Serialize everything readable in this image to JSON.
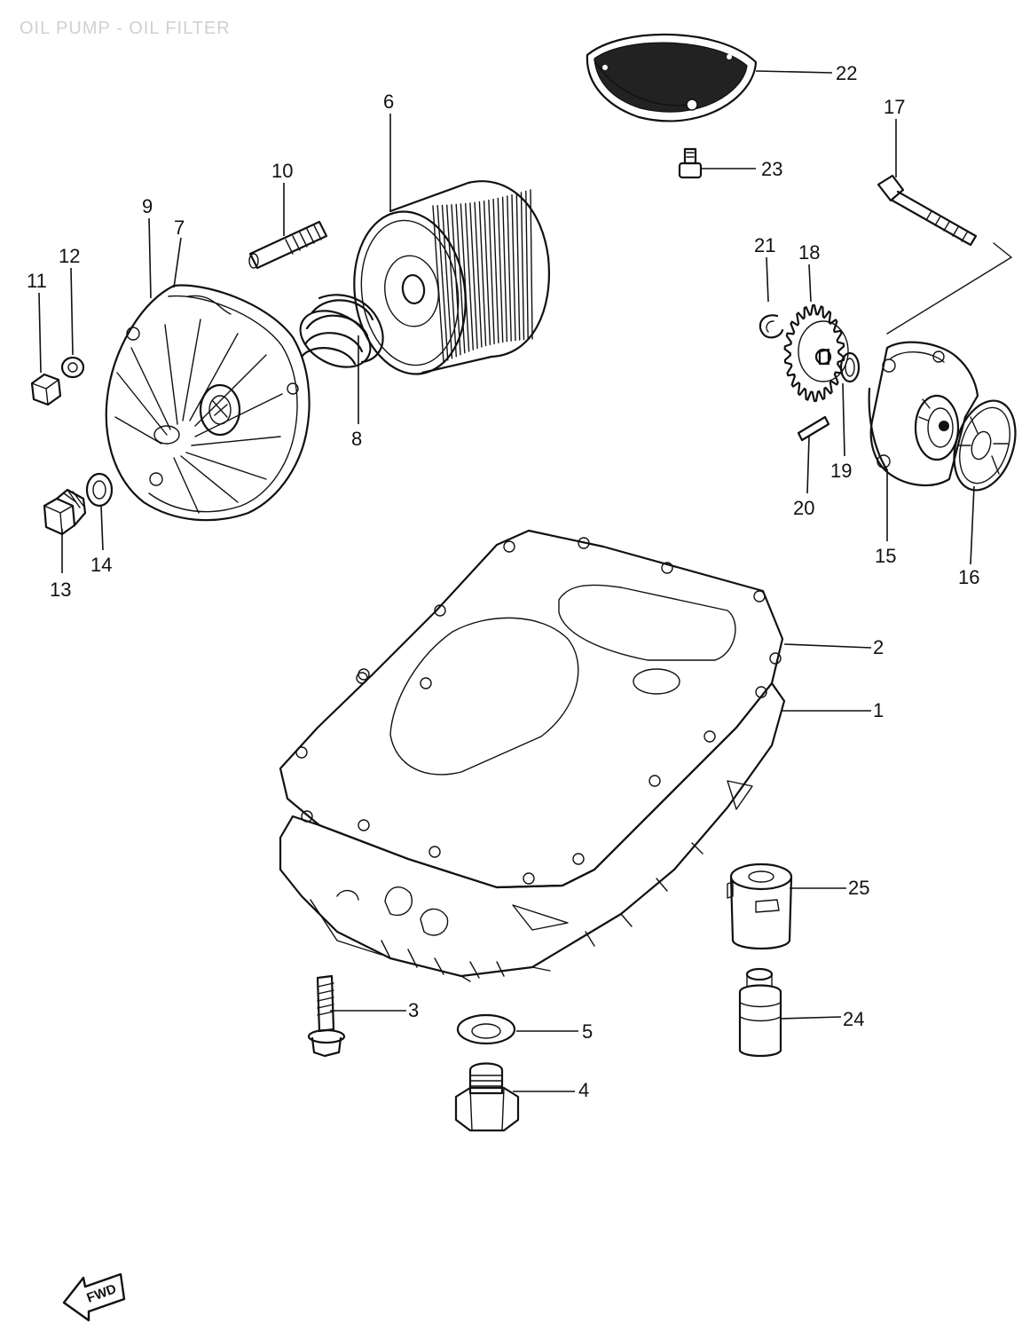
{
  "title": "OIL PUMP - OIL FILTER",
  "fwd_label": "FWD",
  "colors": {
    "ink": "#111111",
    "title_ink": "#d0d0d0",
    "background": "#ffffff"
  },
  "callouts": [
    {
      "id": "1",
      "part": "oil-pan"
    },
    {
      "id": "2",
      "part": "oil-pan-gasket"
    },
    {
      "id": "3",
      "part": "oil-pan-bolt"
    },
    {
      "id": "4",
      "part": "drain-plug"
    },
    {
      "id": "5",
      "part": "drain-plug-gasket"
    },
    {
      "id": "6",
      "part": "oil-filter"
    },
    {
      "id": "7",
      "part": "filter-cap-gasket"
    },
    {
      "id": "8",
      "part": "filter-spring"
    },
    {
      "id": "9",
      "part": "filter-cap"
    },
    {
      "id": "10",
      "part": "filter-stud"
    },
    {
      "id": "11",
      "part": "cap-nut"
    },
    {
      "id": "12",
      "part": "cap-washer"
    },
    {
      "id": "13",
      "part": "cap-plug"
    },
    {
      "id": "14",
      "part": "plug-gasket"
    },
    {
      "id": "15",
      "part": "oil-pump"
    },
    {
      "id": "16",
      "part": "pump-o-ring"
    },
    {
      "id": "17",
      "part": "pump-bolt"
    },
    {
      "id": "18",
      "part": "pump-gear"
    },
    {
      "id": "19",
      "part": "gear-washer"
    },
    {
      "id": "20",
      "part": "gear-pin"
    },
    {
      "id": "21",
      "part": "gear-circlip"
    },
    {
      "id": "22",
      "part": "oil-strainer"
    },
    {
      "id": "23",
      "part": "strainer-screw"
    },
    {
      "id": "24",
      "part": "oil-pressure-switch"
    },
    {
      "id": "25",
      "part": "switch-adapter"
    }
  ]
}
